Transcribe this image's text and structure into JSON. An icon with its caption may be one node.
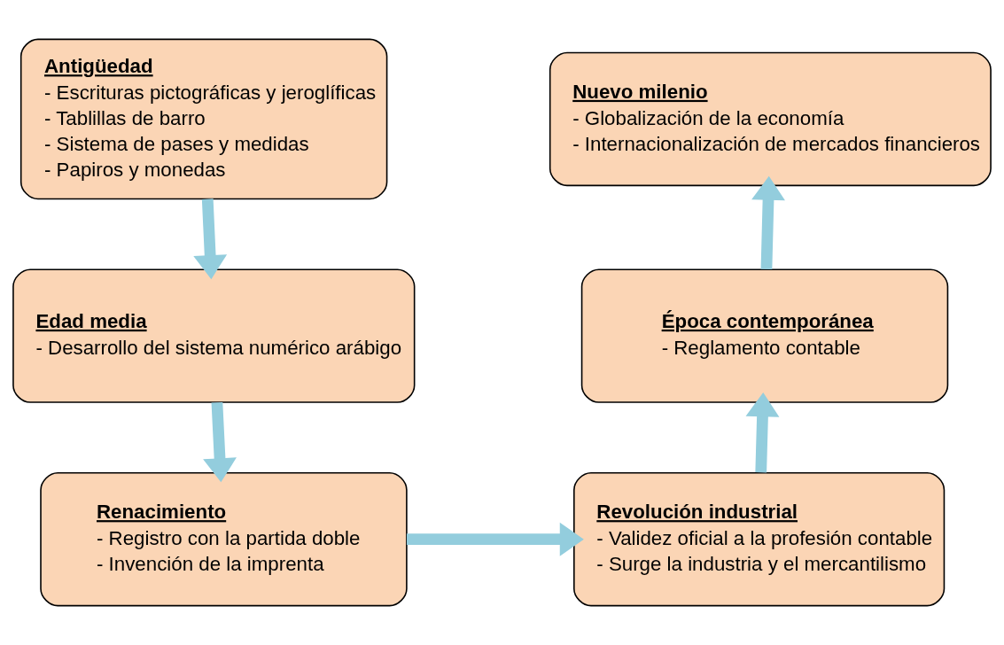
{
  "diagram": {
    "nodes": [
      {
        "text": [
          "Antigüedad",
          "- Escrituras pictográficas y jeroglíficas",
          "- Tablillas de barro",
          "- Sistema de pases y medidas",
          "- Papiros y monedas"
        ]
      },
      {
        "text": [
          "Edad media",
          "- Desarrollo del sistema numérico arábigo"
        ]
      },
      {
        "text": [
          "Renacimiento",
          "- Registro con la partida doble",
          "- Invención de la imprenta"
        ]
      },
      {
        "text": [
          "Revolución industrial",
          "- Validez oficial a la profesión contable",
          "- Surge la industria y el mercantilismo"
        ]
      },
      {
        "text": [
          "Época contemporánea",
          "- Reglamento contable"
        ]
      },
      {
        "text": [
          "Nuevo milenio",
          "- Globalización de la economía",
          "- Internacionalización de mercados financieros"
        ]
      }
    ],
    "edges": [
      {
        "from": 0,
        "to": 1,
        "arrow": "to"
      },
      {
        "from": 1,
        "to": 2,
        "arrow": "to"
      },
      {
        "from": 2,
        "to": 3,
        "arrow": "to"
      },
      {
        "from": 3,
        "to": 4,
        "arrow": "to"
      },
      {
        "from": 4,
        "to": 5,
        "arrow": "to"
      }
    ]
  }
}
